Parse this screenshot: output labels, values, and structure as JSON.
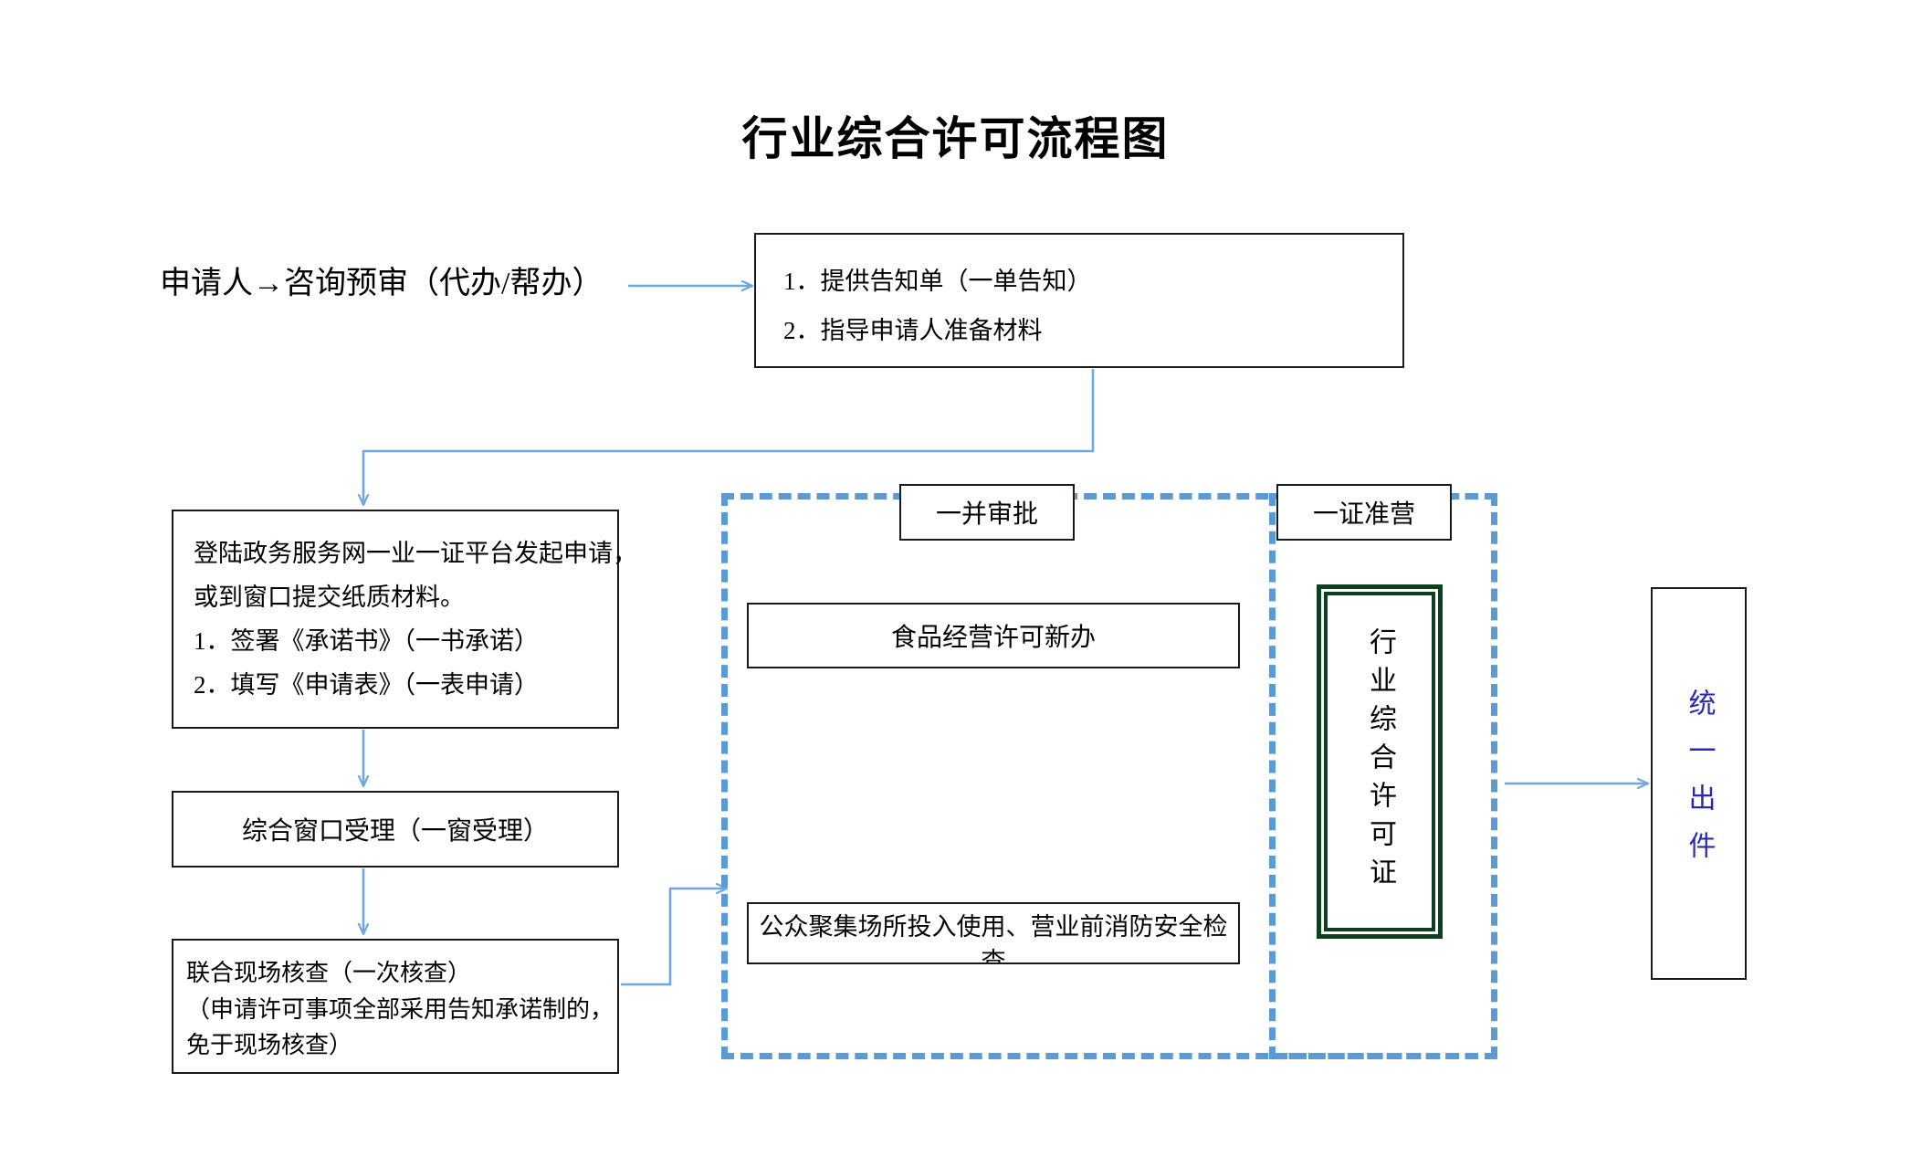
{
  "title": "行业综合许可流程图",
  "start": {
    "label": "申请人→咨询预审（代办/帮办）"
  },
  "top_box": {
    "lines": [
      "1．提供告知单（一单告知）",
      "2．指导申请人准备材料"
    ]
  },
  "left_column": {
    "apply_box": {
      "lines": [
        "登陆政务服务网一业一证平台发起申请，",
        "或到窗口提交纸质材料。",
        "1．签署《承诺书》（一书承诺）",
        "2．填写《申请表》（一表申请）"
      ]
    },
    "accept_box": {
      "label": "综合窗口受理（一窗受理）"
    },
    "inspect_box": {
      "lines": [
        "联合现场核查（一次核查）",
        "（申请许可事项全部采用告知承诺制的，",
        "免于现场核查）"
      ]
    }
  },
  "middle": {
    "approval_region_tag": "一并审批",
    "license_region_tag": "一证准营",
    "items": [
      {
        "label": "食品经营许可新办"
      },
      {
        "label": "公众聚集场所投入使用、营业前消防安全检查"
      }
    ]
  },
  "certificate": {
    "label": "行业综合许可证"
  },
  "output": {
    "label": "统一出件"
  },
  "colors": {
    "dashed_blue": "#5B9BD5",
    "connector_blue": "#6FA8DC",
    "certificate_green": "#0d4020",
    "output_text_blue": "#2a2ab0",
    "box_border": "#1a1a1a"
  }
}
